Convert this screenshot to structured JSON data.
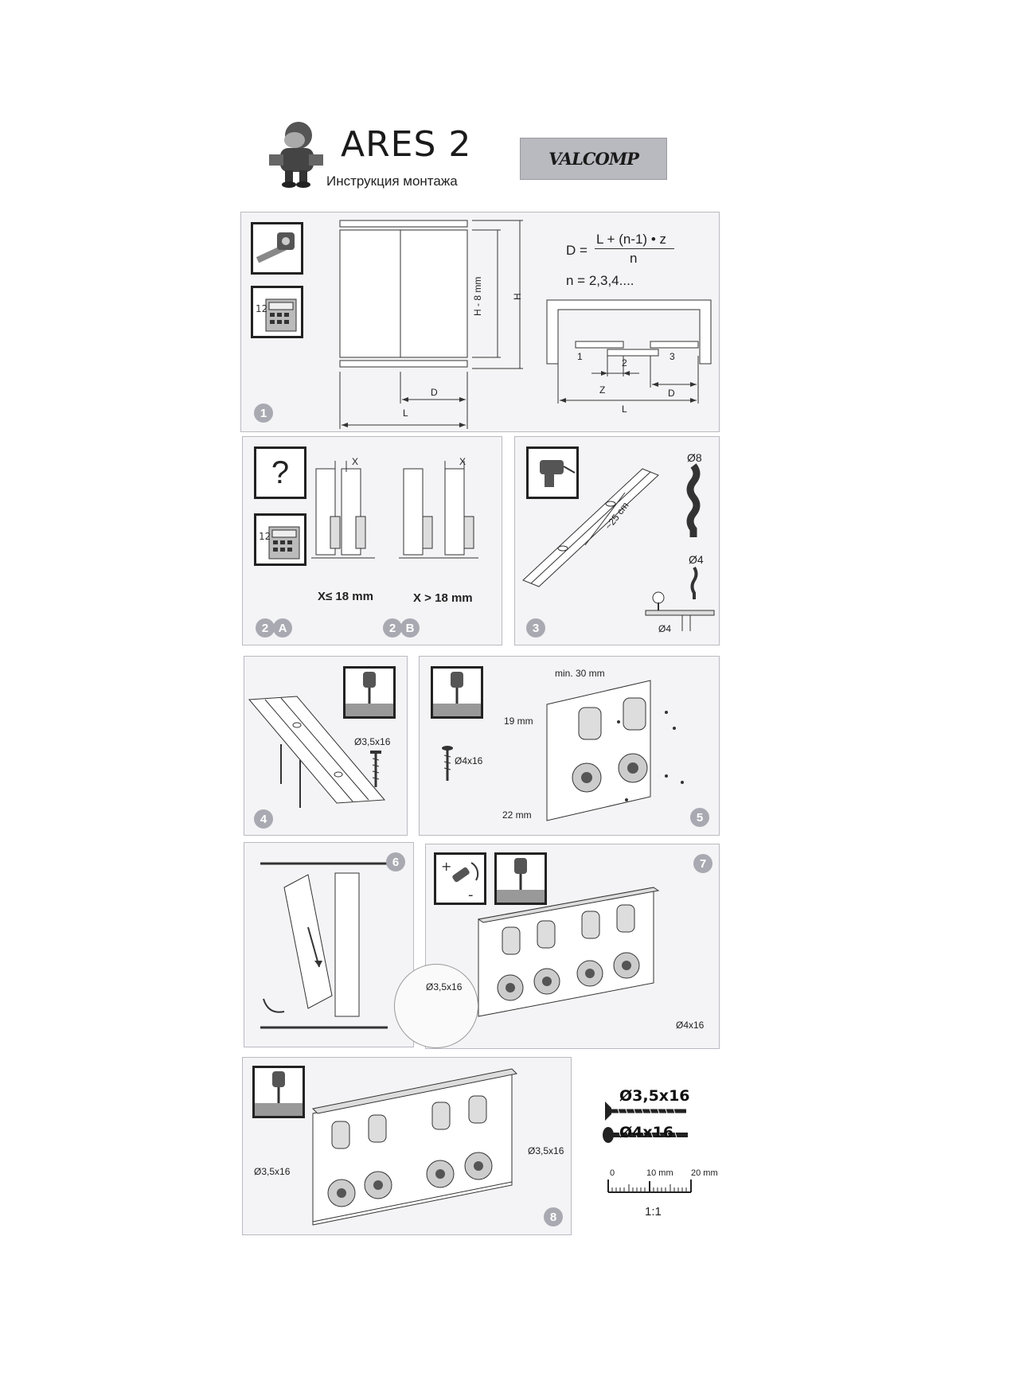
{
  "header": {
    "title": "ARES 2",
    "subtitle": "Инструкция монтажа",
    "brand": "VALCOMP"
  },
  "step1": {
    "number": "1",
    "formula_left": "D =",
    "formula_num": "L + (n-1) • z",
    "formula_den": "n",
    "n_values": "n = 2,3,4....",
    "label_h8": "H - 8 mm",
    "label_h": "H",
    "label_d": "D",
    "label_l": "L",
    "label_1": "1",
    "label_2": "2",
    "label_3": "3",
    "label_z": "Z",
    "label_d2": "D",
    "label_l2": "L"
  },
  "step2": {
    "num_a": "2",
    "letter_a": "A",
    "num_b": "2",
    "letter_b": "B",
    "question": "?",
    "x_a": "X",
    "x_b": "X",
    "cond_a": "X≤ 18 mm",
    "cond_b": "X > 18 mm"
  },
  "step3": {
    "number": "3",
    "dist": "~25 cm",
    "d8": "Ø8",
    "d4": "Ø4",
    "d4b": "Ø4"
  },
  "step4": {
    "number": "4",
    "screw": "Ø3,5x16"
  },
  "step5": {
    "number": "5",
    "min": "min. 30 mm",
    "m19": "19 mm",
    "m22": "22 mm",
    "screw": "Ø4x16"
  },
  "step6": {
    "number": "6"
  },
  "step7": {
    "number": "7",
    "screw_a": "Ø3,5x16",
    "screw_b": "Ø4x16",
    "plus": "+",
    "minus": "-"
  },
  "step8": {
    "number": "8",
    "screw_a": "Ø3,5x16",
    "screw_b": "Ø3,5x16"
  },
  "scale": {
    "s1": "Ø3,5x16",
    "s2": "Ø4x16",
    "t0": "0",
    "t10": "10 mm",
    "t20": "20 mm",
    "ratio": "1:1"
  }
}
